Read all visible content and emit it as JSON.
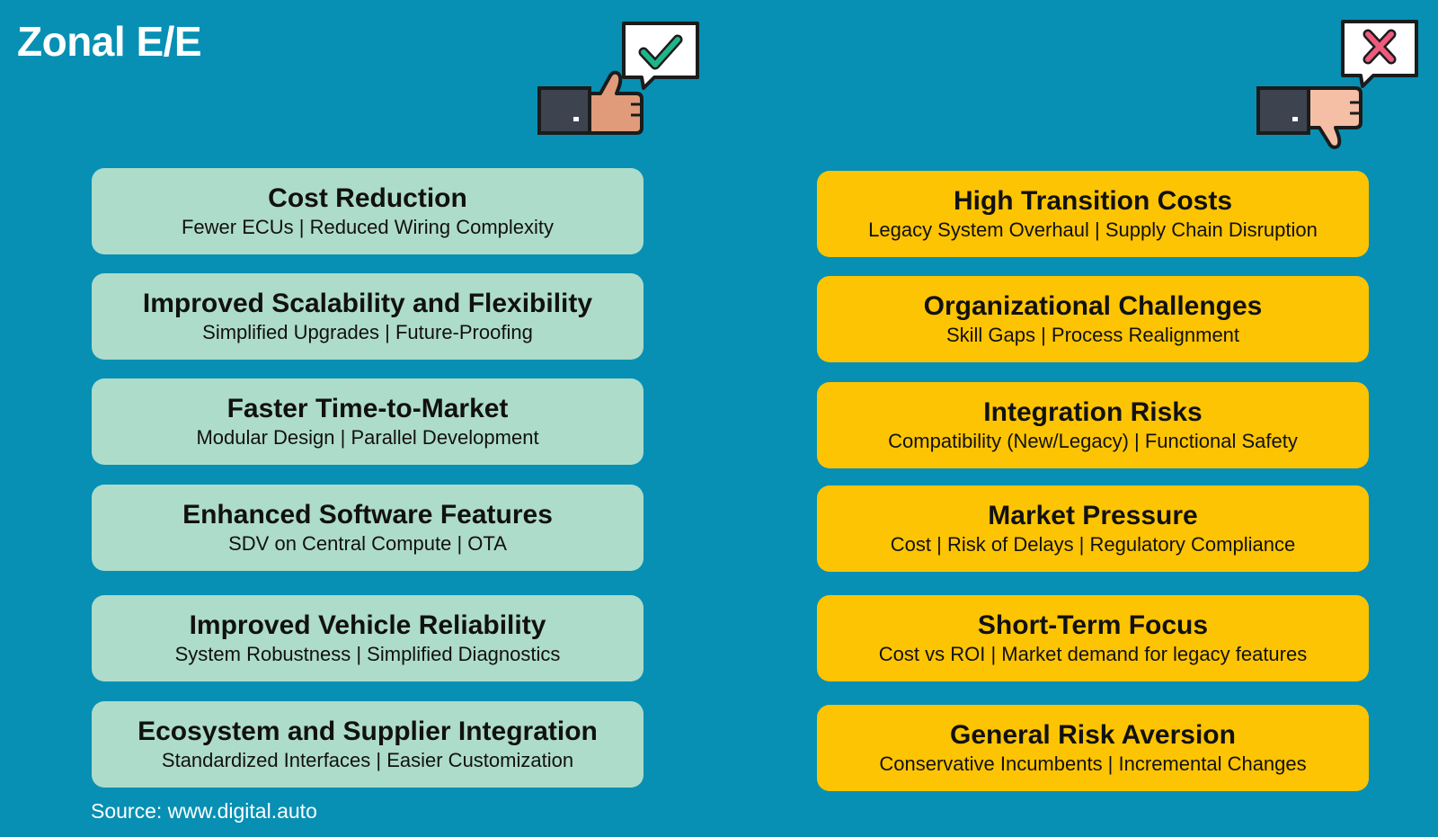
{
  "title": "Zonal E/E",
  "pros": [
    {
      "title": "Cost Reduction",
      "subtitle": "Fewer ECUs | Reduced Wiring Complexity"
    },
    {
      "title": "Improved Scalability and Flexibility",
      "subtitle": "Simplified Upgrades | Future-Proofing"
    },
    {
      "title": "Faster Time-to-Market",
      "subtitle": "Modular Design | Parallel Development"
    },
    {
      "title": "Enhanced Software Features",
      "subtitle": "SDV on Central Compute | OTA"
    },
    {
      "title": "Improved Vehicle Reliability",
      "subtitle": "System Robustness | Simplified Diagnostics"
    },
    {
      "title": "Ecosystem and Supplier Integration",
      "subtitle": "Standardized Interfaces | Easier Customization"
    }
  ],
  "cons": [
    {
      "title": "High Transition Costs",
      "subtitle": "Legacy System Overhaul | Supply Chain Disruption"
    },
    {
      "title": "Organizational Challenges",
      "subtitle": "Skill Gaps | Process Realignment"
    },
    {
      "title": "Integration Risks",
      "subtitle": "Compatibility (New/Legacy) | Functional Safety"
    },
    {
      "title": "Market Pressure",
      "subtitle": "Cost | Risk of Delays | Regulatory Compliance"
    },
    {
      "title": "Short-Term Focus",
      "subtitle": "Cost vs ROI | Market demand for legacy features"
    },
    {
      "title": "General Risk Aversion",
      "subtitle": "Conservative Incumbents | Incremental Changes"
    }
  ],
  "source": "Source: www.digital.auto",
  "icons": {
    "pro": "thumbs-up-checkmark-icon",
    "con": "thumbs-down-cross-icon"
  },
  "colors": {
    "background": "#0790b4",
    "pro_card": "#aedcca",
    "con_card": "#fdc403"
  }
}
